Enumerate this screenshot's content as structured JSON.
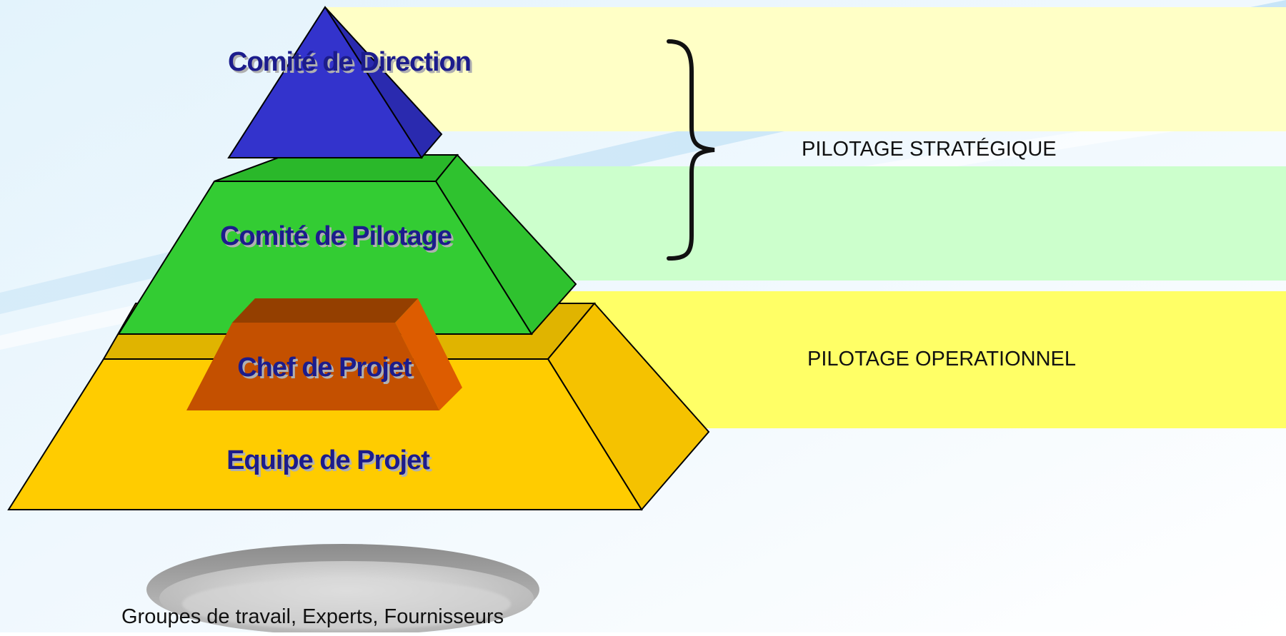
{
  "diagram": {
    "levels": [
      {
        "id": "direction",
        "label": "Comité de Direction",
        "color": "#3333cc"
      },
      {
        "id": "pilotage",
        "label": "Comité de Pilotage",
        "color": "#33cc33"
      },
      {
        "id": "chef",
        "label": "Chef de Projet",
        "color": "#c45000"
      },
      {
        "id": "equipe",
        "label": "Equipe de Projet",
        "color": "#ffcc00"
      }
    ],
    "bands": {
      "strategic_label": "PILOTAGE STRATÉGIQUE",
      "operational_label": "PILOTAGE OPERATIONNEL"
    },
    "base": {
      "label": "Groupes de travail, Experts, Fournisseurs"
    }
  }
}
